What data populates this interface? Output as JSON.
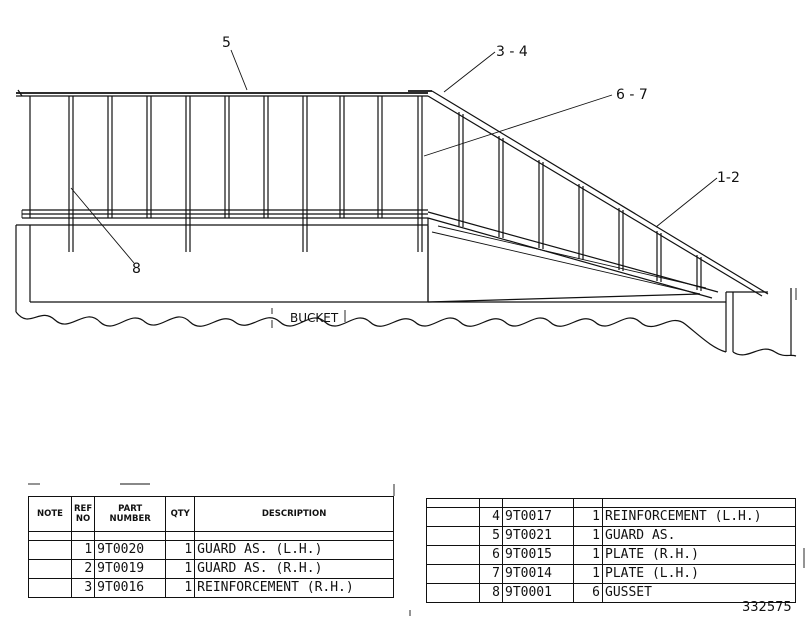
{
  "diagram": {
    "callouts": [
      {
        "id": "c5",
        "text": "5"
      },
      {
        "id": "c34",
        "text": "3 - 4"
      },
      {
        "id": "c67",
        "text": "6 - 7"
      },
      {
        "id": "c12",
        "text": "1-2"
      },
      {
        "id": "c8",
        "text": "8"
      }
    ],
    "bucket_label": "BUCKET"
  },
  "parts_table": {
    "headers": {
      "note": "NOTE",
      "ref_no": "REF NO",
      "part_number": "PART NUMBER",
      "qty": "QTY",
      "description": "DESCRIPTION"
    },
    "rows_left": [
      {
        "ref": "1",
        "part": "9T0020",
        "qty": "1",
        "desc": "GUARD AS. (L.H.)"
      },
      {
        "ref": "2",
        "part": "9T0019",
        "qty": "1",
        "desc": "GUARD AS. (R.H.)"
      },
      {
        "ref": "3",
        "part": "9T0016",
        "qty": "1",
        "desc": "REINFORCEMENT (R.H.)"
      }
    ],
    "rows_right": [
      {
        "ref": "4",
        "part": "9T0017",
        "qty": "1",
        "desc": "REINFORCEMENT (L.H.)"
      },
      {
        "ref": "5",
        "part": "9T0021",
        "qty": "1",
        "desc": "GUARD AS."
      },
      {
        "ref": "6",
        "part": "9T0015",
        "qty": "1",
        "desc": "PLATE (R.H.)"
      },
      {
        "ref": "7",
        "part": "9T0014",
        "qty": "1",
        "desc": "PLATE (L.H.)"
      },
      {
        "ref": "8",
        "part": "9T0001",
        "qty": "6",
        "desc": "GUSSET"
      }
    ]
  },
  "document_number": "332575"
}
